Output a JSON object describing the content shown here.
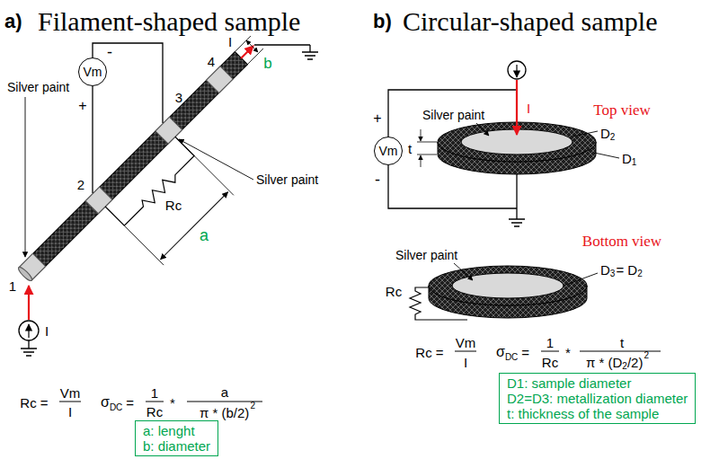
{
  "diagram": {
    "nodes": [
      {
        "text": [
          "Vm"
        ]
      },
      {
        "text": [
          "a: lenght",
          "b: diameter"
        ]
      },
      {
        "text": [
          "Vm"
        ]
      },
      {
        "text": [
          "D1: sample diameter",
          "D2=D3: metallization diameter",
          "t: thickness of the sample"
        ]
      }
    ],
    "labels": [
      "a)",
      "Filament-shaped sample",
      "b",
      "+",
      "-",
      "4",
      "3",
      "2",
      "1",
      "I",
      "Silver paint",
      "Silver paint",
      "Rc",
      "a",
      "I",
      "Rc =",
      "Vm",
      "I",
      "σ",
      "DC",
      "=",
      "1",
      "Rc",
      "*",
      "a",
      "π * (b/2)",
      "2",
      "b)",
      "Circular-shaped sample",
      "I",
      "Silver paint",
      "Top view",
      "+",
      "-",
      "t",
      "D",
      "2",
      "D",
      "1",
      "Silver paint",
      "Bottom view",
      "Rc",
      "D",
      "3",
      "= D",
      "2",
      "Rc =",
      "Vm",
      "I",
      "σ",
      "DC",
      "=",
      "1",
      "Rc",
      "*",
      "t",
      "π * (D",
      "2",
      "/2)",
      "2"
    ]
  }
}
